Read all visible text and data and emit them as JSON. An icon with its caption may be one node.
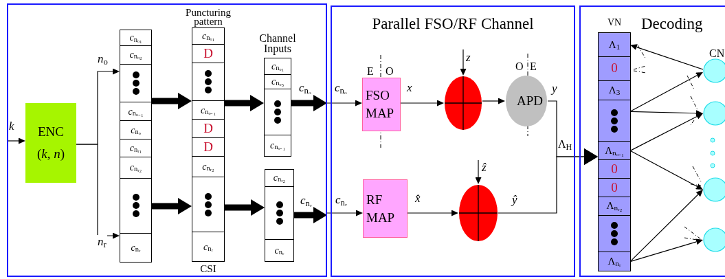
{
  "diagram": {
    "nodes": [
      {
        "text": [],
        "shape": "box"
      },
      {
        "text": [
          "ENC",
          "(*k*, *n*)"
        ],
        "in": 0
      },
      {
        "text": [],
        "shape": "box",
        "in": 0
      },
      {
        "text": [
          "*c*$_{nₒ₁}$"
        ],
        "in": 2
      },
      {
        "text": [
          "*c*$_{nₒ₂}$"
        ],
        "in": 2
      },
      {
        "text": [],
        "shape": "box",
        "in": 2
      },
      {
        "text": [
          "*c*$_{nₒ₋₁}$"
        ],
        "in": 2
      },
      {
        "text": [
          "*c*$_{nₒ}$"
        ],
        "in": 2
      },
      {
        "text": [
          "*c*$_{nᵣ₁}$"
        ],
        "in": 2
      },
      {
        "text": [
          "*c*$_{nᵣ₂}$"
        ],
        "in": 2
      },
      {
        "text": [],
        "shape": "box",
        "in": 2
      },
      {
        "text": [
          "*c*$_{nᵣ}$"
        ],
        "in": 2
      },
      {
        "text": [
          "Puncturing pattern"
        ],
        "beside": [
          "CSI"
        ],
        "in": 0
      },
      {
        "text": [
          "*c*$_{nₒ₁}$"
        ],
        "in": 12
      },
      {
        "text": [
          "D"
        ],
        "in": 12
      },
      {
        "text": [],
        "shape": "box",
        "in": 12
      },
      {
        "text": [
          "*c*$_{nₒ₋₁}$"
        ],
        "in": 12
      },
      {
        "text": [
          "D"
        ],
        "in": 12
      },
      {
        "text": [
          "D"
        ],
        "in": 12
      },
      {
        "text": [
          "*c*$_{nᵣ₂}$"
        ],
        "in": 12
      },
      {
        "text": [],
        "shape": "box",
        "in": 12
      },
      {
        "text": [
          "*c*$_{nᵣ}$"
        ],
        "in": 12
      },
      {
        "text": [
          "Channel Inputs"
        ],
        "in": 0
      },
      {
        "text": [
          "*c*$_{nₒ₁}$"
        ],
        "in": 22
      },
      {
        "text": [
          "*c*$_{nₒ₃}$"
        ],
        "in": 22
      },
      {
        "text": [],
        "shape": "box",
        "in": 22
      },
      {
        "text": [
          "*c*$_{nₒ₋₁}$"
        ],
        "in": 22
      },
      {
        "text": [],
        "shape": "box",
        "in": 0
      },
      {
        "text": [
          "*c*$_{nᵣ₂}$"
        ],
        "in": 27
      },
      {
        "text": [],
        "shape": "box",
        "in": 27
      },
      {
        "text": [
          "*c*$_{nᵣ}$"
        ],
        "in": 27
      },
      {
        "text": [
          "Parallel FSO/RF Channel"
        ]
      },
      {
        "text": [
          "FSO MAP"
        ],
        "in": 31
      },
      {
        "text": [],
        "shape": "circle",
        "in": 31
      },
      {
        "text": [
          "APD"
        ],
        "in": 31
      },
      {
        "text": [
          "RF MAP"
        ],
        "in": 31
      },
      {
        "text": [],
        "shape": "circle",
        "in": 31
      },
      {
        "text": [
          "Decoding"
        ]
      },
      {
        "text": [
          "VN"
        ],
        "in": 37
      },
      {
        "text": [
          "Λ$_{1}$"
        ],
        "in": 38
      },
      {
        "text": [
          "0"
        ],
        "in": 38
      },
      {
        "text": [
          "Λ$_{3}$"
        ],
        "in": 38
      },
      {
        "text": [],
        "shape": "box",
        "in": 38
      },
      {
        "text": [
          "Λ$_{nₒ₋₁}$"
        ],
        "in": 38
      },
      {
        "text": [
          "0"
        ],
        "in": 38
      },
      {
        "text": [
          "0"
        ],
        "in": 38
      },
      {
        "text": [
          "Λ$_{nᵣ₂}$"
        ],
        "in": 38
      },
      {
        "text": [],
        "shape": "box",
        "in": 38
      },
      {
        "text": [
          "Λ$_{nᵣ}$"
        ],
        "in": 38
      },
      {
        "text": [],
        "shape": "circle",
        "in": 37
      },
      {
        "text": [],
        "shape": "circle",
        "in": 37
      },
      {
        "text": [],
        "shape": "circle",
        "in": 37
      },
      {
        "text": [],
        "shape": "circle",
        "in": 37
      }
    ],
    "edges": [
      {
        "from": null,
        "to": 1,
        "arrow": "to",
        "label": "*k*"
      },
      {
        "from": 1,
        "to": 2,
        "arrow": "to",
        "label": "*n*$_{o}$"
      },
      {
        "from": 1,
        "to": 2,
        "arrow": "to",
        "label": "*n*$_{r}$"
      },
      {
        "from": 2,
        "to": 12,
        "arrow": "to",
        "style": "thick"
      },
      {
        "from": 2,
        "to": 12,
        "arrow": "to",
        "style": "thick"
      },
      {
        "from": 12,
        "to": 22,
        "arrow": "to",
        "style": "thick"
      },
      {
        "from": 12,
        "to": 27,
        "arrow": "to",
        "style": "thick"
      },
      {
        "from": 25,
        "to": 0,
        "arrow": "to",
        "style": "thick",
        "label": "*c*$_{nₒ}$"
      },
      {
        "from": 29,
        "to": 0,
        "arrow": "to",
        "style": "thick",
        "label": "*c*$_{nᵣ}$"
      },
      {
        "from": 0,
        "to": 32,
        "arrow": "to",
        "label": "*c*$_{nₒ}$"
      },
      {
        "from": 0,
        "to": 35,
        "arrow": "to",
        "label": "*c*$_{nᵣ}$"
      },
      {
        "from": 32,
        "to": 33,
        "arrow": "to",
        "label": "*x*"
      },
      {
        "from": null,
        "to": 33,
        "arrow": "to",
        "label": "*z*"
      },
      {
        "from": 33,
        "to": 34,
        "arrow": "to"
      },
      {
        "from": 35,
        "to": 36,
        "arrow": "to",
        "label": "*x̂*"
      },
      {
        "from": null,
        "to": 36,
        "arrow": "to",
        "label": "*ẑ*"
      },
      {
        "from": 34,
        "to": 38,
        "arrow": "to",
        "label": "*y*"
      },
      {
        "from": 36,
        "to": 38,
        "arrow": "to",
        "label": "*ŷ*"
      },
      {
        "from": 49,
        "to": 39,
        "arrow": "to"
      },
      {
        "from": 42,
        "to": 49,
        "arrow": "to"
      },
      {
        "from": 42,
        "to": 50,
        "arrow": "to"
      },
      {
        "from": 43,
        "to": 50,
        "arrow": "to"
      },
      {
        "from": 43,
        "to": 51,
        "arrow": "to"
      },
      {
        "from": 48,
        "to": 51,
        "arrow": "to"
      },
      {
        "from": 48,
        "to": 52,
        "arrow": "to"
      }
    ],
    "labels": [
      "E",
      "O",
      "O",
      "E",
      "Λ$_{H}$",
      "CN"
    ]
  }
}
